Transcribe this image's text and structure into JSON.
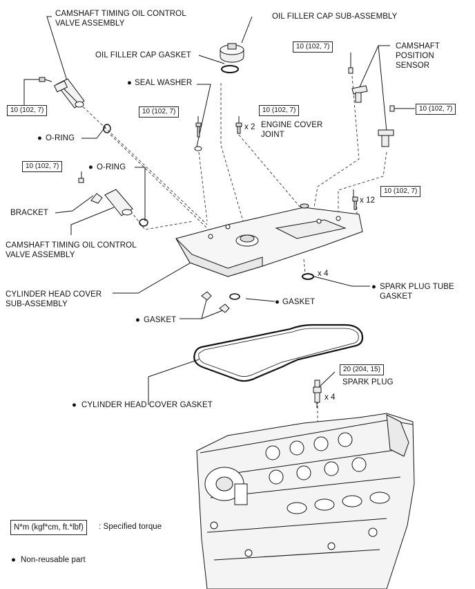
{
  "labels": {
    "vvt_top": [
      "CAMSHAFT TIMING OIL CONTROL",
      "VALVE ASSEMBLY"
    ],
    "oil_filler_cap": "OIL FILLER CAP SUB-ASSEMBLY",
    "oil_filler_cap_gasket": "OIL FILLER CAP GASKET",
    "seal_washer": "SEAL WASHER",
    "cam_sensor": [
      "CAMSHAFT",
      "POSITION",
      "SENSOR"
    ],
    "engine_cover_joint": [
      "ENGINE COVER",
      "JOINT"
    ],
    "oring_1": "O-RING",
    "oring_2": "O-RING",
    "bracket": "BRACKET",
    "vvt_bottom": [
      "CAMSHAFT TIMING OIL CONTROL",
      "VALVE ASSEMBLY"
    ],
    "head_cover": [
      "CYLINDER HEAD COVER",
      "SUB-ASSEMBLY"
    ],
    "spark_plug_tube_gasket": [
      "SPARK PLUG TUBE",
      "GASKET"
    ],
    "gasket_right": "GASKET",
    "gasket_left": "GASKET",
    "head_cover_gasket": "CYLINDER HEAD COVER GASKET",
    "spark_plug": "SPARK PLUG"
  },
  "multipliers": {
    "x2": "x 2",
    "x12": "x 12",
    "x4_tube": "x 4",
    "x4_plug": "x 4"
  },
  "torques": {
    "vvt_top": "10 (102, 7)",
    "cam_sensor_upper": "10 (102, 7)",
    "seal_washer_bolt": "10 (102, 7)",
    "engine_cover_joint": "10 (102, 7)",
    "cam_sensor_lower": "10 (102, 7)",
    "vvt_bottom": "10 (102, 7)",
    "cover_bolts": "10 (102, 7)",
    "spark_plug": "20 (204, 15)"
  },
  "legend": {
    "torque_unit": "N*m (kgf*cm, ft.*lbf)",
    "torque_desc": ": Specified torque",
    "bullet": "●",
    "nonreusable": "Non-reusable part"
  }
}
